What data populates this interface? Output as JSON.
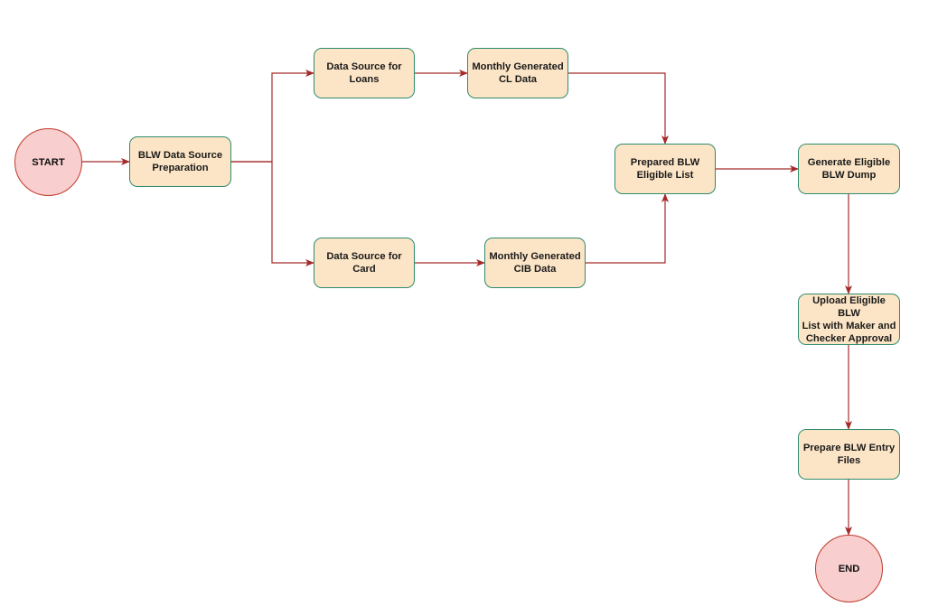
{
  "diagram": {
    "colors": {
      "node_fill": "#fce5c6",
      "node_border": "#2e8b6e",
      "terminal_fill": "#f8cece",
      "terminal_border": "#c0392b",
      "edge": "#a52a2a"
    },
    "nodes": {
      "start": "START",
      "blw_source_prep": "BLW Data Source\nPreparation",
      "source_loans": "Data Source for\nLoans",
      "monthly_cl": "Monthly Generated\nCL Data",
      "source_card": "Data Source for\nCard",
      "monthly_cib": "Monthly Generated\nCIB Data",
      "prepared_list": "Prepared BLW\nEligible List",
      "generate_dump": "Generate Eligible\nBLW Dump",
      "upload_list": "Upload Eligible BLW\nList with Maker and\nChecker Approval",
      "prepare_entry": "Prepare BLW Entry\nFiles",
      "end": "END"
    }
  }
}
